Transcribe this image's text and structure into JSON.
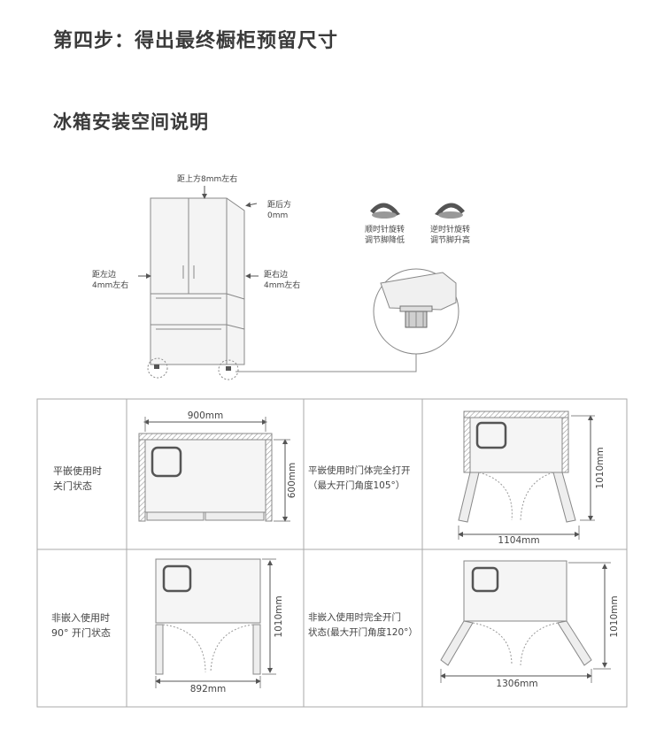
{
  "page": {
    "title": "第四步：得出最终橱柜预留尺寸",
    "subtitle": "冰箱安装空间说明"
  },
  "top_diagram": {
    "gap_top": "距上方8mm左右",
    "gap_back_line1": "距后方",
    "gap_back_line2": "0mm",
    "gap_left_line1": "距左边",
    "gap_left_line2": "4mm左右",
    "gap_right_line1": "距右边",
    "gap_right_line2": "4mm左右",
    "clockwise_line1": "顺时针旋转",
    "clockwise_line2": "调节脚降低",
    "counter_line1": "逆时针旋转",
    "counter_line2": "调节脚升高"
  },
  "grid": {
    "row1": {
      "label_line1": "平嵌使用时",
      "label_line2": "关门状态",
      "width_dim": "900mm",
      "depth_dim": "600mm",
      "open_label_line1": "平嵌使用时门体完全打开",
      "open_label_line2": "（最大开门角度105°）",
      "open_height_dim": "1010mm",
      "open_width_dim": "1104mm"
    },
    "row2": {
      "label_line1": "非嵌入使用时",
      "label_line2": "90°  开门状态",
      "height_dim": "1010mm",
      "width_dim": "892mm",
      "open_label_line1": "非嵌入使用时完全开门",
      "open_label_line2": "状态(最大开门角度120°）",
      "open_height_dim": "1010mm",
      "open_width_dim": "1306mm"
    }
  }
}
